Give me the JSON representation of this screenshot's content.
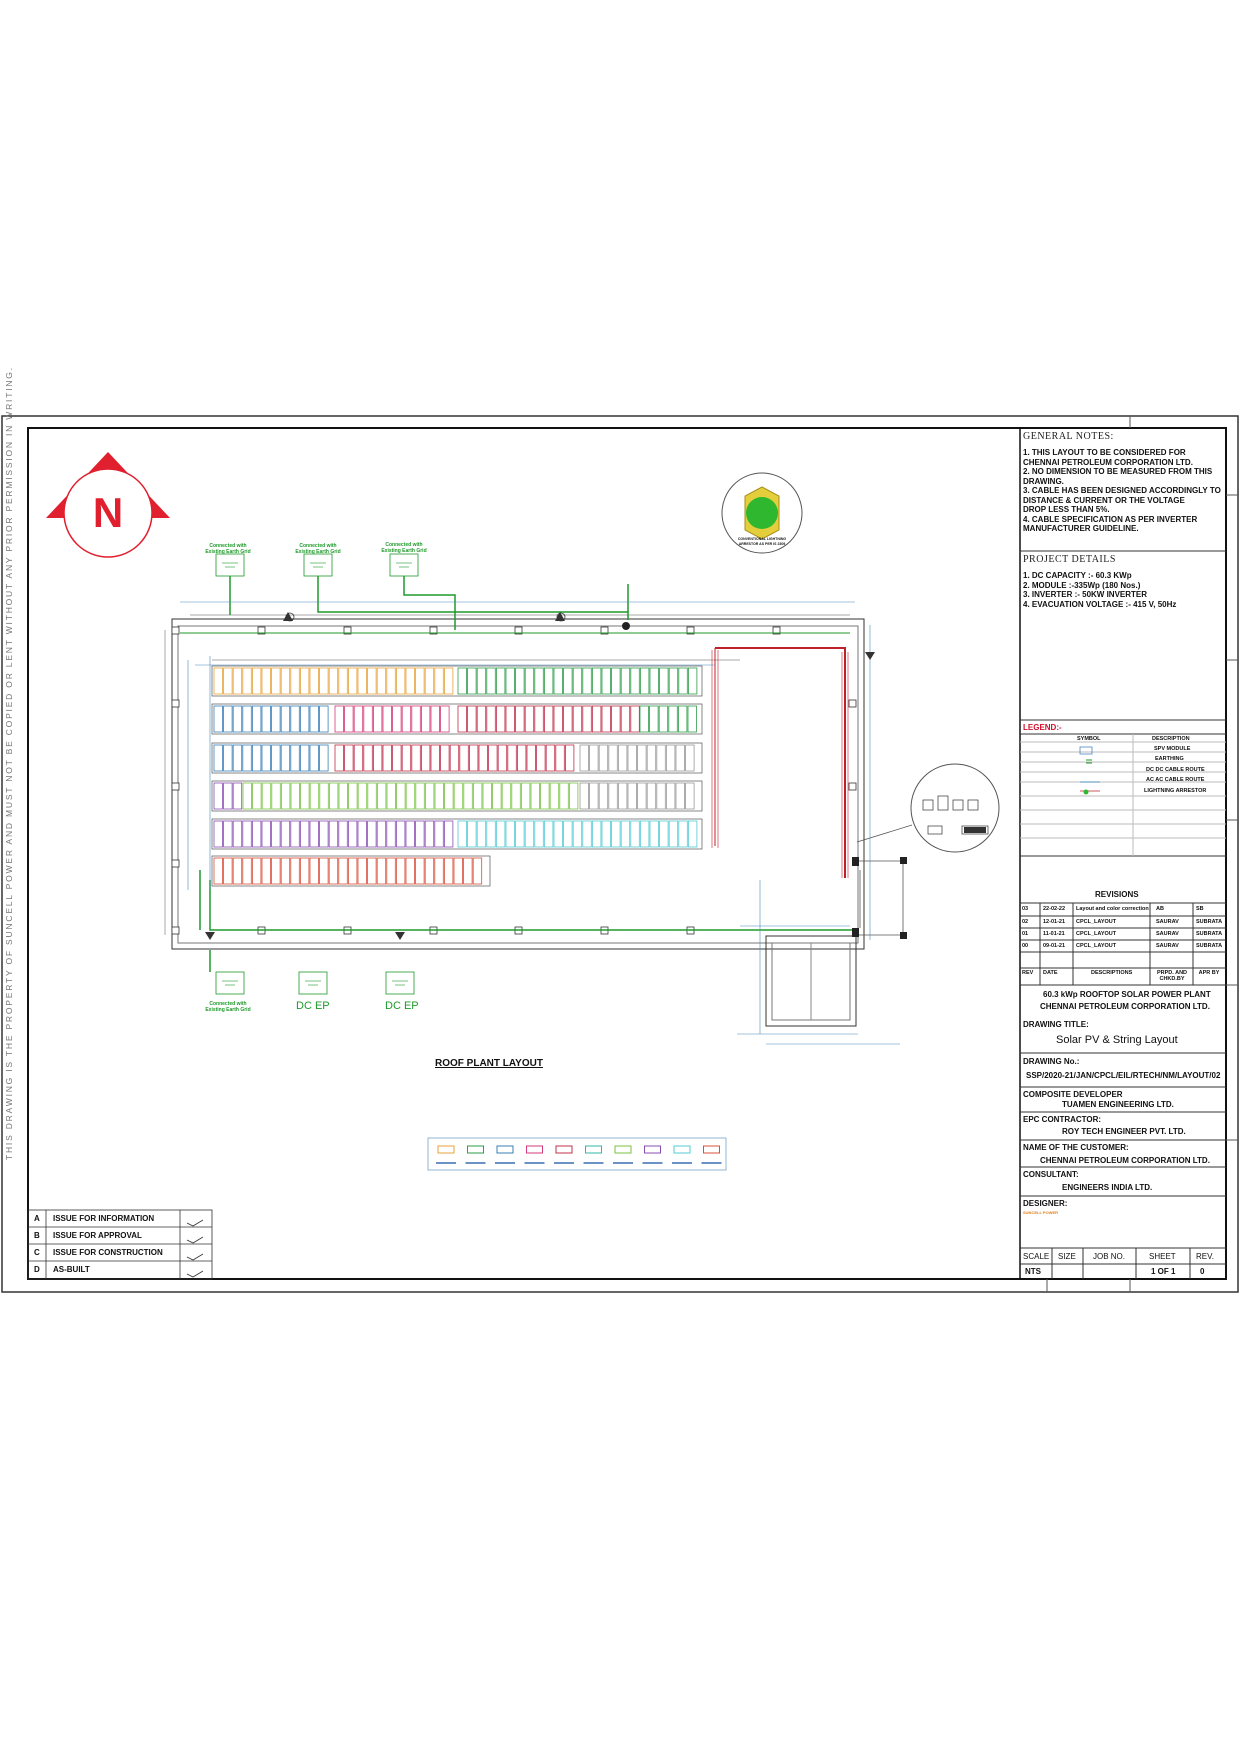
{
  "north": {
    "letter": "N"
  },
  "side_strip_text": "THIS DRAWING IS THE PROPERTY OF SUNCELL POWER AND MUST NOT BE COPIED OR LENT WITHOUT ANY PRIOR PERMISSION IN WRITING.",
  "general_notes": {
    "heading": "GENERAL NOTES:",
    "lines": [
      "1. THIS LAYOUT TO BE CONSIDERED FOR",
      "CHENNAI PETROLEUM CORPORATION LTD.",
      "2. NO DIMENSION TO BE MEASURED FROM THIS",
      "DRAWING.",
      "3. CABLE HAS BEEN DESIGNED ACCORDINGLY TO",
      "DISTANCE & CURRENT OR THE VOLTAGE",
      "DROP LESS THAN 5%.",
      "4. CABLE SPECIFICATION AS PER INVERTER",
      "MANUFACTURER GUIDELINE."
    ]
  },
  "project_details": {
    "heading": "PROJECT DETAILS",
    "lines": [
      "1. DC CAPACITY :- 60.3 KWp",
      "2. MODULE :-335Wp (180 Nos.)",
      "3. INVERTER :- 50KW  INVERTER",
      "4. EVACUATION VOLTAGE :- 415 V, 50Hz"
    ]
  },
  "legend": {
    "heading": "LEGEND:-",
    "col_symbol": "SYMBOL",
    "col_description": "DESCRIPTION",
    "items": [
      "SPV MODULE",
      "EARTHING",
      "DC DC CABLE ROUTE",
      "AC AC CABLE ROUTE",
      "LIGHTNING ARRESTOR"
    ]
  },
  "revisions": {
    "heading": "REVISIONS",
    "rows": [
      [
        "03",
        "22-02-22",
        "Layout and color correction",
        "AB",
        "SB"
      ],
      [
        "02",
        "12-01-21",
        "CPCL_LAYOUT",
        "SAURAV",
        "SUBRATA"
      ],
      [
        "01",
        "11-01-21",
        "CPCL_LAYOUT",
        "SAURAV",
        "SUBRATA"
      ],
      [
        "00",
        "09-01-21",
        "CPCL_LAYOUT",
        "SAURAV",
        "SUBRATA"
      ]
    ],
    "header": [
      "REV",
      "DATE",
      "DESCRIPTIONS",
      "PRPD. AND CHKD.BY",
      "APR BY"
    ]
  },
  "plant_title": [
    "60.3 kWp ROOFTOP SOLAR POWER PLANT",
    "CHENNAI PETROLEUM CORPORATION LTD."
  ],
  "drawing_title": {
    "label": "DRAWING TITLE:",
    "value": "Solar PV & String Layout"
  },
  "drawing_no": {
    "label": "DRAWING No.:",
    "value": "SSP/2020-21/JAN/CPCL/EIL/RTECH/NM/LAYOUT/02"
  },
  "composite_developer": {
    "label": "COMPOSITE DEVELOPER",
    "value": "TUAMEN ENGINEERING LTD."
  },
  "epc_contractor": {
    "label": "EPC CONTRACTOR:",
    "value": "ROY TECH ENGINEER PVT. LTD."
  },
  "customer": {
    "label": "NAME OF THE CUSTOMER:",
    "value": "CHENNAI PETROLEUM CORPORATION LTD."
  },
  "consultant": {
    "label": "CONSULTANT:",
    "value": "ENGINEERS INDIA LTD."
  },
  "designer": {
    "label": "DESIGNER:",
    "value": "SUNCELL POWER"
  },
  "footer": {
    "headers": [
      "SCALE",
      "SIZE",
      "JOB NO.",
      "SHEET",
      "REV."
    ],
    "values": [
      "NTS",
      "",
      "",
      "1 OF 1",
      "0"
    ]
  },
  "drawing_caption": "ROOF PLANT LAYOUT",
  "earth_labels": {
    "top": [
      "Connected with Existing Earth Grid",
      "Connected with Existing Earth Grid",
      "Connected with Existing Earth Grid"
    ],
    "bottom_earth": "Connected with Existing Earth Grid",
    "dc_ep_1": "DC EP",
    "dc_ep_2": "DC EP"
  },
  "lightning_label": "CONVENTIONAL LIGHTNING ARRESTOR AS PER IS 2309",
  "issue_table": [
    {
      "code": "A",
      "label": "ISSUE FOR INFORMATION"
    },
    {
      "code": "B",
      "label": "ISSUE FOR APPROVAL"
    },
    {
      "code": "C",
      "label": "ISSUE FOR CONSTRUCTION"
    },
    {
      "code": "D",
      "label": "AS-BUILT"
    }
  ],
  "colors": {
    "strings": [
      "#e8a33a",
      "#2e9e4a",
      "#3a7fb8",
      "#d43a78",
      "#c0304a",
      "#2db8a8",
      "#7ac142",
      "#8a4fb5",
      "#55cbd6",
      "#d9503a",
      "#999999"
    ],
    "earth_green": "#1e9a2a",
    "north_red": "#e0202e",
    "ac_red": "#c0202a"
  }
}
